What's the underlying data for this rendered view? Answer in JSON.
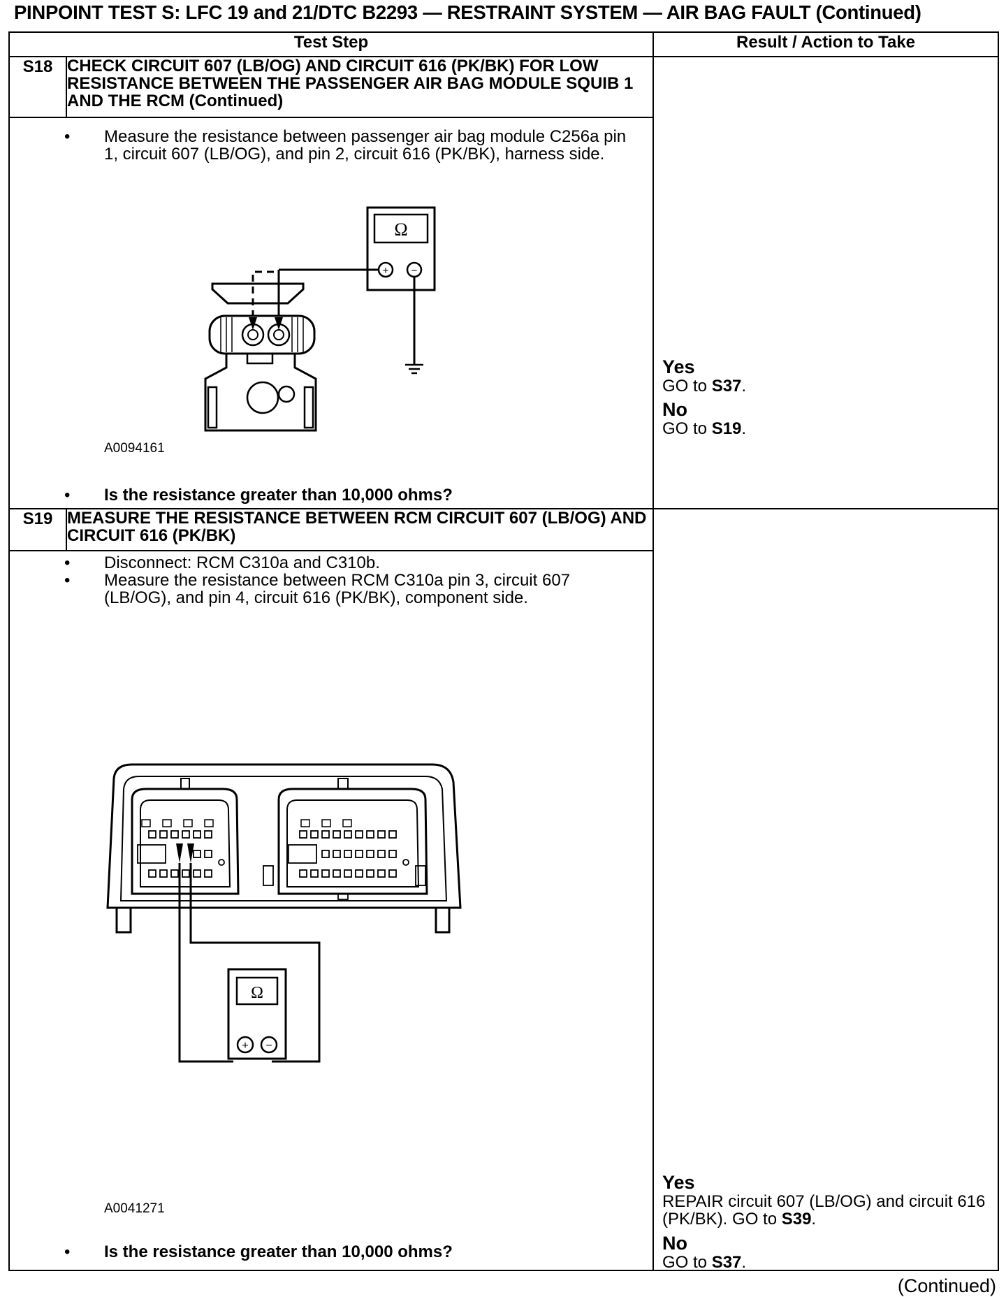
{
  "title": "PINPOINT TEST  S:  LFC 19 and 21/DTC B2293 — RESTRAINT SYSTEM — AIR BAG FAULT (Continued)",
  "header": {
    "test_step": "Test Step",
    "result_action": "Result / Action to Take"
  },
  "steps": [
    {
      "id": "S18",
      "heading": "CHECK CIRCUIT 607 (LB/OG) AND CIRCUIT 616 (PK/BK) FOR LOW RESISTANCE BETWEEN THE PASSENGER AIR BAG MODULE SQUIB 1 AND THE RCM (Continued)",
      "bullets": [
        "Measure the resistance between passenger air bag module C256a pin 1, circuit 607 (LB/OG), and pin 2, circuit 616 (PK/BK), harness side."
      ],
      "figure_id": "A0094161",
      "question": "Is the resistance greater than 10,000 ohms?",
      "yes_label": "Yes",
      "yes_action_prefix": "GO to ",
      "yes_action_target": "S37",
      "yes_action_suffix": ".",
      "no_label": "No",
      "no_action_prefix": "GO to ",
      "no_action_target": "S19",
      "no_action_suffix": "."
    },
    {
      "id": "S19",
      "heading": "MEASURE THE RESISTANCE BETWEEN RCM CIRCUIT 607 (LB/OG) AND CIRCUIT 616 (PK/BK)",
      "bullets": [
        "Disconnect: RCM C310a and C310b.",
        "Measure the resistance between RCM C310a pin 3, circuit 607 (LB/OG), and pin 4, circuit 616 (PK/BK), component side."
      ],
      "figure_id": "A0041271",
      "question": "Is the resistance greater than 10,000 ohms?",
      "yes_label": "Yes",
      "yes_action_prefix": "REPAIR circuit 607 (LB/OG) and circuit 616 (PK/BK). GO to ",
      "yes_action_target": "S39",
      "yes_action_suffix": ".",
      "no_label": "No",
      "no_action_prefix": "GO to ",
      "no_action_target": "S37",
      "no_action_suffix": "."
    }
  ],
  "meter_symbol": "Ω",
  "plus_symbol": "+",
  "minus_symbol": "−",
  "continued": "(Continued)"
}
